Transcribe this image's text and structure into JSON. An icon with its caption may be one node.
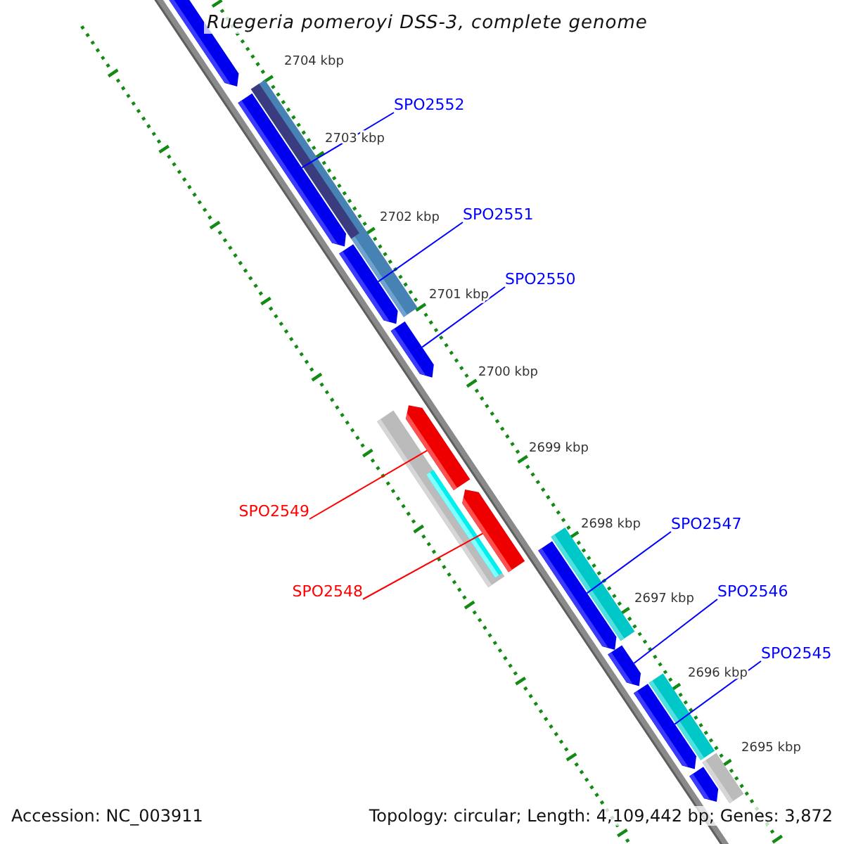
{
  "diagram": {
    "title": "Ruegeria pomeroyi DSS-3, complete genome",
    "nodes": [
      {
        "text": [],
        "shape": "bar"
      },
      {
        "text": [
          "SPO2552"
        ]
      },
      {
        "text": [],
        "shape": "bar"
      },
      {
        "text": [
          "SPO2551"
        ]
      },
      {
        "text": [],
        "shape": "bar"
      },
      {
        "text": [
          "SPO2550"
        ]
      },
      {
        "text": [],
        "shape": "bar"
      },
      {
        "text": [
          "SPO2549"
        ]
      },
      {
        "text": [],
        "shape": "bar"
      },
      {
        "text": [
          "SPO2548"
        ]
      },
      {
        "text": [],
        "shape": "bar"
      },
      {
        "text": [
          "SPO2547"
        ]
      },
      {
        "text": [],
        "shape": "bar"
      },
      {
        "text": [
          "SPO2546"
        ]
      },
      {
        "text": [],
        "shape": "bar"
      },
      {
        "text": [
          "SPO2545"
        ]
      },
      {
        "text": [],
        "shape": "bar"
      },
      {
        "text": [],
        "shape": "bar"
      }
    ],
    "edges": [
      {
        "from": 1,
        "to": 2,
        "arrow": "none"
      },
      {
        "from": 3,
        "to": 4,
        "arrow": "none"
      },
      {
        "from": 5,
        "to": 6,
        "arrow": "none"
      },
      {
        "from": 7,
        "to": 8,
        "arrow": "none",
        "color": "#ff0000"
      },
      {
        "from": 9,
        "to": 10,
        "arrow": "none",
        "color": "#ff0000"
      },
      {
        "from": 11,
        "to": 12,
        "arrow": "none"
      },
      {
        "from": 13,
        "to": 14,
        "arrow": "none"
      },
      {
        "from": 15,
        "to": 16,
        "arrow": "none"
      }
    ],
    "labels": [
      "2704 kbp",
      "2703 kbp",
      "2702 kbp",
      "2701 kbp",
      "2700 kbp",
      "2699 kbp",
      "2698 kbp",
      "2697 kbp",
      "2696 kbp",
      "2695 kbp",
      "Accession: NC_003911",
      "Topology: circular; Length: 4,109,442 bp; Genes: 3,872"
    ]
  }
}
